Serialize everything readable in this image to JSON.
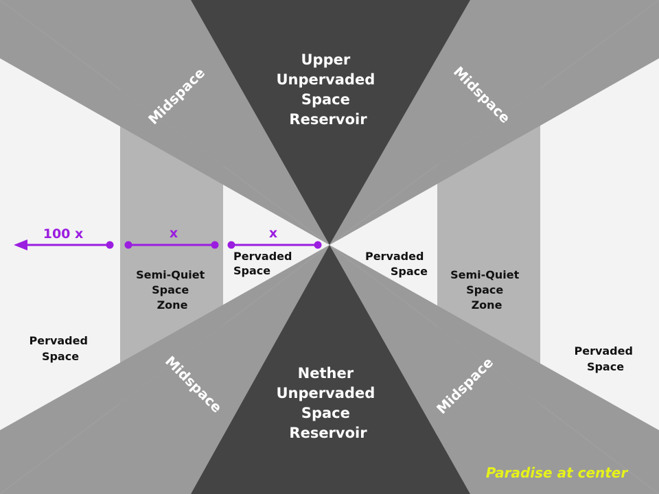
{
  "colors": {
    "background": "#f3f3f3",
    "midspace": "#9a9a9a",
    "semi_quiet_zone": "#b5b5b5",
    "reservoir": "#444444",
    "measure_line": "#9b1de0",
    "note": "#e6f21a"
  },
  "regions": {
    "upper_reservoir": [
      "Upper",
      "Unpervaded",
      "Space",
      "Reservoir"
    ],
    "nether_reservoir": [
      "Nether",
      "Unpervaded",
      "Space",
      "Reservoir"
    ],
    "midspace": "Midspace",
    "pervaded_space": [
      "Pervaded",
      "Space"
    ],
    "semi_quiet_zone": [
      "Semi-Quiet",
      "Space",
      "Zone"
    ]
  },
  "measurements": {
    "inner": "x",
    "middle": "x",
    "outer": "100 x"
  },
  "note": "Paradise at center"
}
